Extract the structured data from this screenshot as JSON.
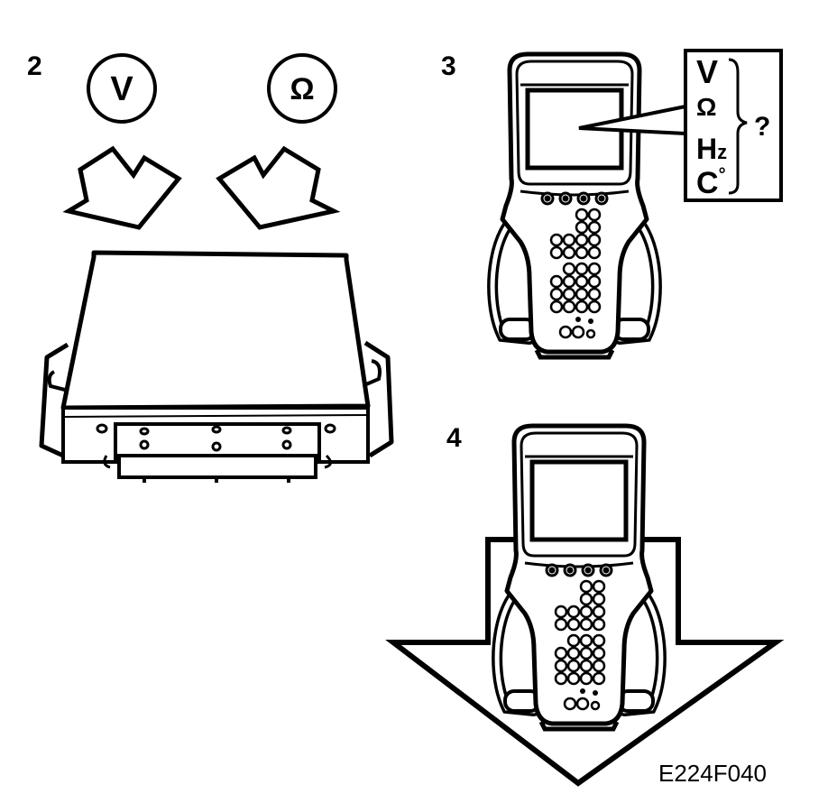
{
  "steps": {
    "two": "2",
    "three": "3",
    "four": "4"
  },
  "symbols": {
    "volts": "V",
    "ohms": "Ω"
  },
  "readout": {
    "v": "V",
    "omega": "Ω",
    "hz_big": "H",
    "hz_small": "z",
    "c": "C",
    "deg": "°",
    "question": "?"
  },
  "figure_code": "E224F040",
  "colors": {
    "ink": "#000000",
    "paper": "#ffffff"
  }
}
